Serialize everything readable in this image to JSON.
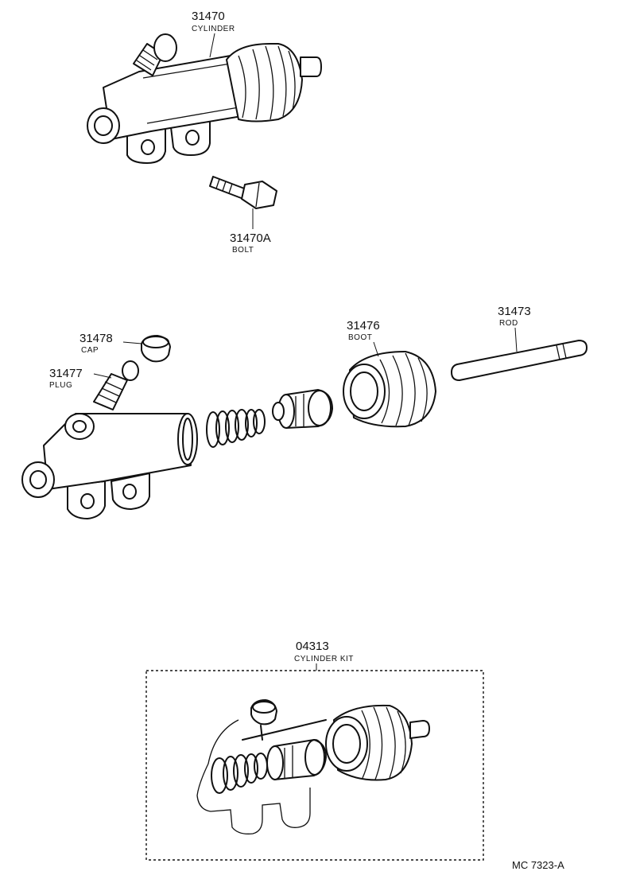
{
  "parts": {
    "cylinder": {
      "number": "31470",
      "name": "CYLINDER"
    },
    "bolt": {
      "number": "31470A",
      "name": "BOLT"
    },
    "cap": {
      "number": "31478",
      "name": "CAP"
    },
    "plug": {
      "number": "31477",
      "name": "PLUG"
    },
    "boot": {
      "number": "31476",
      "name": "BOOT"
    },
    "rod": {
      "number": "31473",
      "name": "ROD"
    },
    "kit": {
      "number": "04313",
      "name": "CYLINDER KIT"
    }
  },
  "diagram_code": "MC  7323-A"
}
